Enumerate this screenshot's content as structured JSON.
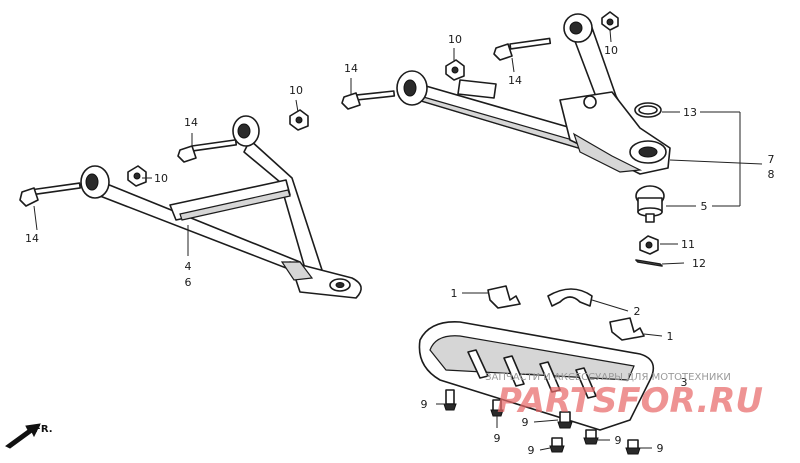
{
  "callouts": {
    "c14a": "14",
    "c4": "4",
    "c6": "6",
    "c14b": "14",
    "c10a": "10",
    "c10b": "10",
    "c14c": "14",
    "c10c": "10",
    "c14d": "14",
    "c10d": "10",
    "c13": "13",
    "c7": "7",
    "c8": "8",
    "c5": "5",
    "c11": "11",
    "c12": "12",
    "c1a": "1",
    "c2": "2",
    "c1b": "1",
    "c3": "3",
    "c9a": "9",
    "c9b": "9",
    "c9c": "9",
    "c9d": "9",
    "c9e": "9",
    "c9f": "9"
  },
  "direction": {
    "label": "FR."
  },
  "watermark": {
    "tagline": "ЗАПЧАСТИ И АКСЕССУАРЫ ДЛЯ МОТОТЕХНИКИ",
    "brand": "PARTSFOR.RU"
  },
  "colors": {
    "line": "#1c1c1c",
    "watermark_red": "#e86a6a",
    "watermark_gray": "#9a9a9a"
  }
}
